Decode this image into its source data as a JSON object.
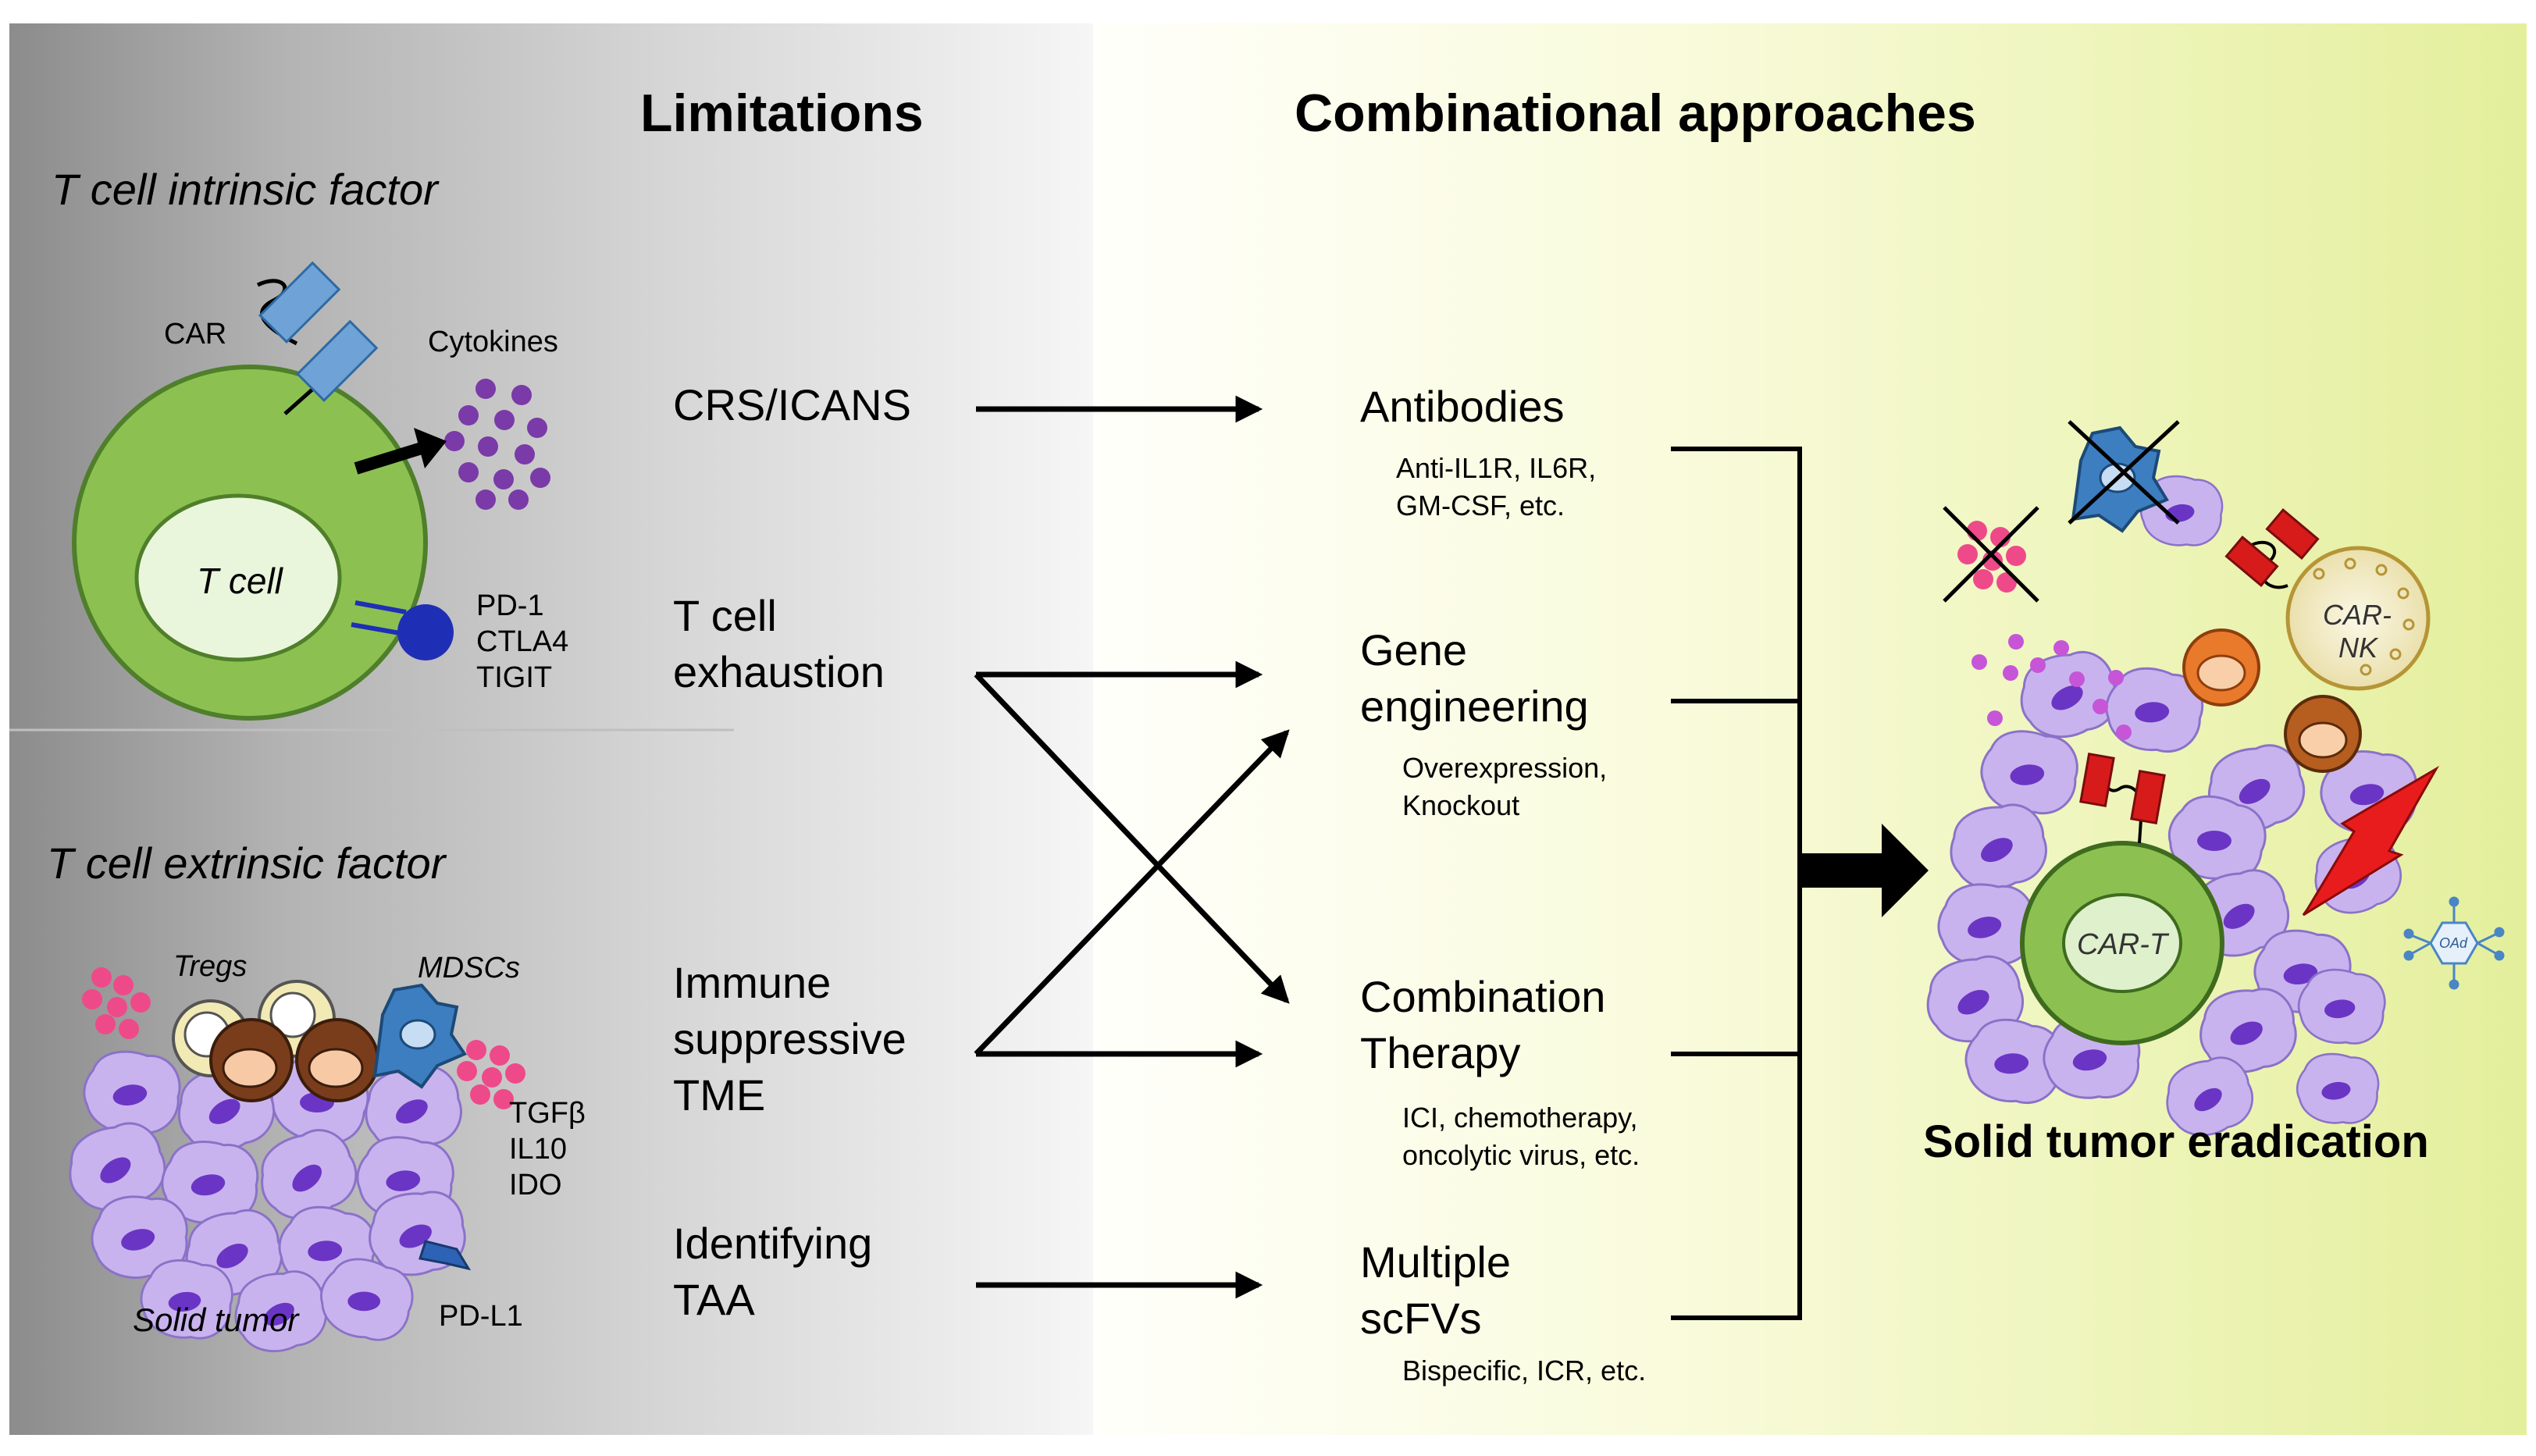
{
  "headers": {
    "limitations": "Limitations",
    "approaches": "Combinational approaches"
  },
  "sections": {
    "intrinsic": "T cell intrinsic factor",
    "extrinsic": "T cell extrinsic factor"
  },
  "tcell_panel": {
    "car": "CAR",
    "cytokines": "Cytokines",
    "tcell": "T cell",
    "checkpoints": [
      "PD-1",
      "CTLA4",
      "TIGIT"
    ]
  },
  "tumor_panel": {
    "tregs": "Tregs",
    "mdscs": "MDSCs",
    "factors": [
      "TGFβ",
      "IL10",
      "IDO"
    ],
    "solid_tumor": "Solid tumor",
    "pdl1": "PD-L1"
  },
  "limitations": [
    {
      "lines": [
        "CRS/ICANS"
      ]
    },
    {
      "lines": [
        "T cell",
        "exhaustion"
      ]
    },
    {
      "lines": [
        "Immune",
        "suppressive",
        "TME"
      ]
    },
    {
      "lines": [
        "Identifying",
        "TAA"
      ]
    }
  ],
  "approaches": [
    {
      "title": [
        "Antibodies"
      ],
      "detail": [
        "Anti-IL1R, IL6R,",
        "GM-CSF, etc."
      ]
    },
    {
      "title": [
        "Gene",
        "engineering"
      ],
      "detail": [
        "Overexpression,",
        "Knockout"
      ]
    },
    {
      "title": [
        "Combination",
        "Therapy"
      ],
      "detail": [
        "ICI,  chemotherapy,",
        "oncolytic virus, etc."
      ]
    },
    {
      "title": [
        "Multiple",
        "scFVs"
      ],
      "detail": [
        "Bispecific, ICR, etc."
      ]
    }
  ],
  "connections": [
    {
      "from": 0,
      "to": 0
    },
    {
      "from": 1,
      "to": 1
    },
    {
      "from": 1,
      "to": 2
    },
    {
      "from": 2,
      "to": 1
    },
    {
      "from": 2,
      "to": 2
    },
    {
      "from": 3,
      "to": 3
    }
  ],
  "outcome": {
    "title": "Solid tumor eradication",
    "car_nk": [
      "CAR-",
      "NK"
    ],
    "car_t": "CAR-T",
    "oad": "OAd"
  },
  "colors": {
    "tcell_green": "#8cc152",
    "tcell_green_dark": "#4f7f2a",
    "tumor_purple": "#c9b3ee",
    "tumor_nucleus": "#6a35c4",
    "cytokine_purple": "#7a3aa8",
    "car_blue": "#6fa3d8",
    "checkpoint_blue": "#1f2fb5",
    "cytokine_pink": "#ee4a8a",
    "treg_brown": "#7a3d1b",
    "mdsc_blue": "#3d7ec0",
    "lightning_red": "#e81c1c",
    "car_red": "#d71b1b",
    "nk_cream": "#f1ebc8",
    "orange_cell": "#e97a2c"
  }
}
